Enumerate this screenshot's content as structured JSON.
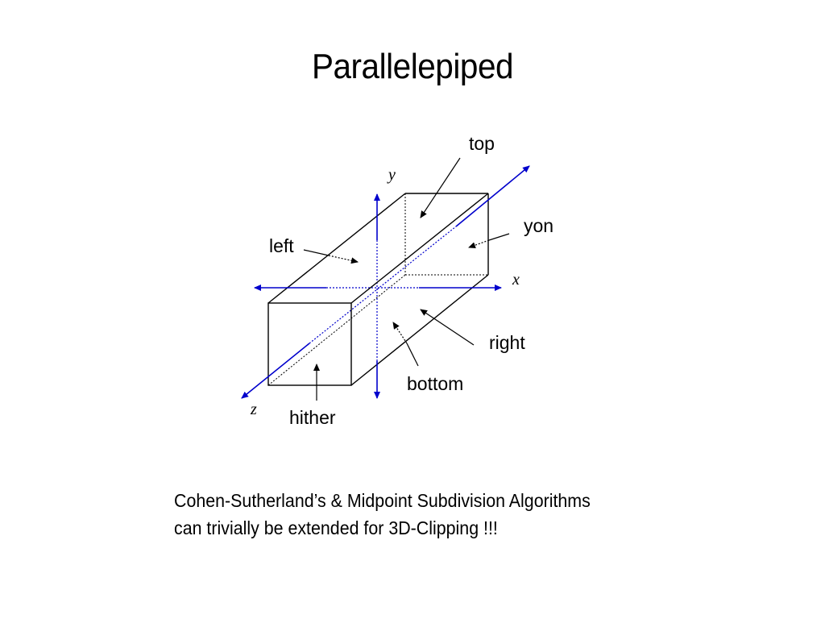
{
  "title": "Parallelepiped",
  "colors": {
    "axis": "#0000cc",
    "outline": "#000000",
    "background": "#ffffff"
  },
  "diagram": {
    "axis_labels": {
      "x": "x",
      "y": "y",
      "z": "z"
    },
    "face_labels": {
      "top": "top",
      "yon": "yon",
      "left": "left",
      "right": "right",
      "bottom": "bottom",
      "hither": "hither"
    }
  },
  "caption": {
    "line1": "Cohen-Sutherland’s & Midpoint Subdivision Algorithms",
    "line2": "can trivially be extended for 3D-Clipping !!!"
  }
}
